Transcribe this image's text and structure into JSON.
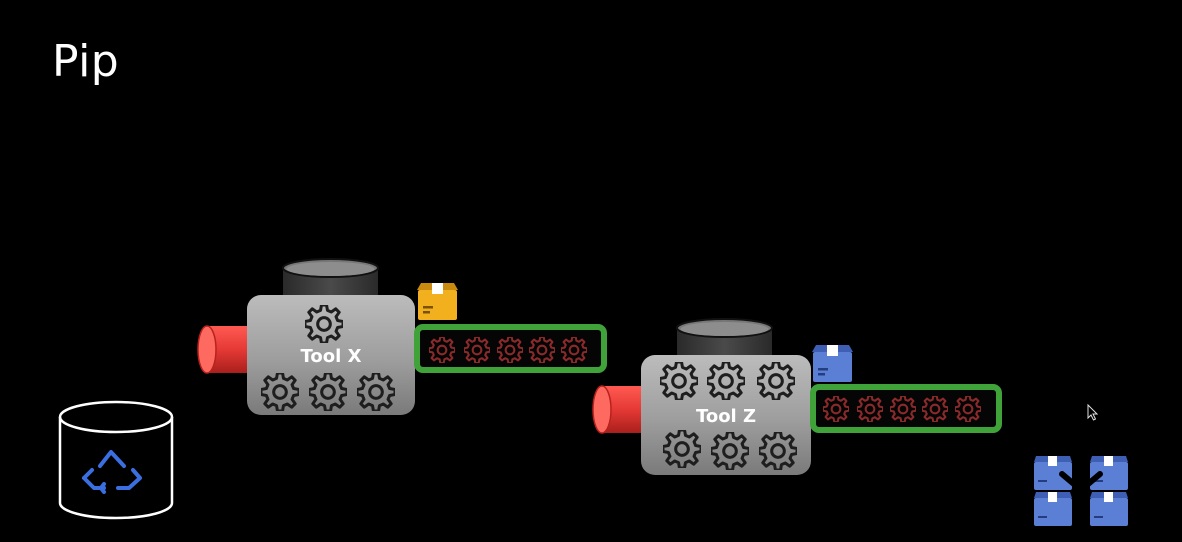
{
  "slide": {
    "title": "Pip"
  },
  "tools": [
    {
      "label": "Tool X",
      "package_color": "#f2b01e",
      "package_shade": "#c98a10"
    },
    {
      "label": "Tool Z",
      "package_color": "#5c7fd6",
      "package_shade": "#3f5fb5"
    }
  ],
  "colors": {
    "background": "#000000",
    "conveyor_border": "#3fa33a",
    "conveyor_gear": "#8a2a2a",
    "pipe": "#e53935",
    "machine_body": "#a8a8a8",
    "gear": "#1e1e1e",
    "repository_outline": "#ffffff",
    "repository_arrows": "#3b6fe0",
    "stacked_packages": "#5c7fd6"
  },
  "icons": [
    "gear-icon",
    "package-icon",
    "database-icon",
    "recycle-icon",
    "cursor-icon",
    "pipe-icon",
    "hopper-icon"
  ]
}
